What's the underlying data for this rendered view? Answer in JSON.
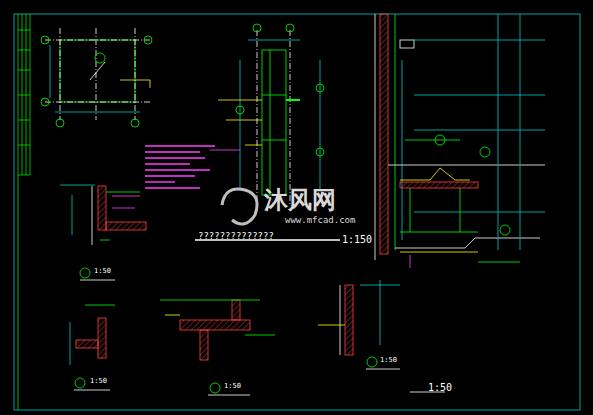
{
  "diagram": {
    "labels": [
      "沐风网",
      "www.mfcad.com",
      "??????????????",
      "1:150",
      "1:50",
      "1:50",
      "1:50",
      "1:50",
      "1:50"
    ]
  }
}
